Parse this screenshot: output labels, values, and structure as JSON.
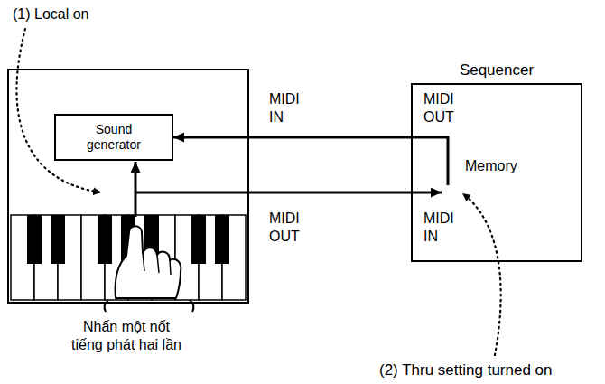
{
  "diagram": {
    "nodes": [
      {
        "text": [
          "Nhấn một nốt tiếng phát hai lần"
        ]
      },
      {
        "text": [
          "Sound generator"
        ],
        "in": 0
      },
      {
        "text": [
          "Sequencer",
          "MIDI OUT",
          "Memory",
          "MIDI IN"
        ]
      }
    ],
    "edges": [
      {
        "from": 0,
        "to": 2,
        "arrow": "to"
      },
      {
        "from": 2,
        "to": 1,
        "arrow": "to"
      }
    ],
    "labels": [
      "(1) Local on",
      "MIDI IN",
      "MIDI OUT",
      "(2) Thru setting turned on"
    ]
  }
}
